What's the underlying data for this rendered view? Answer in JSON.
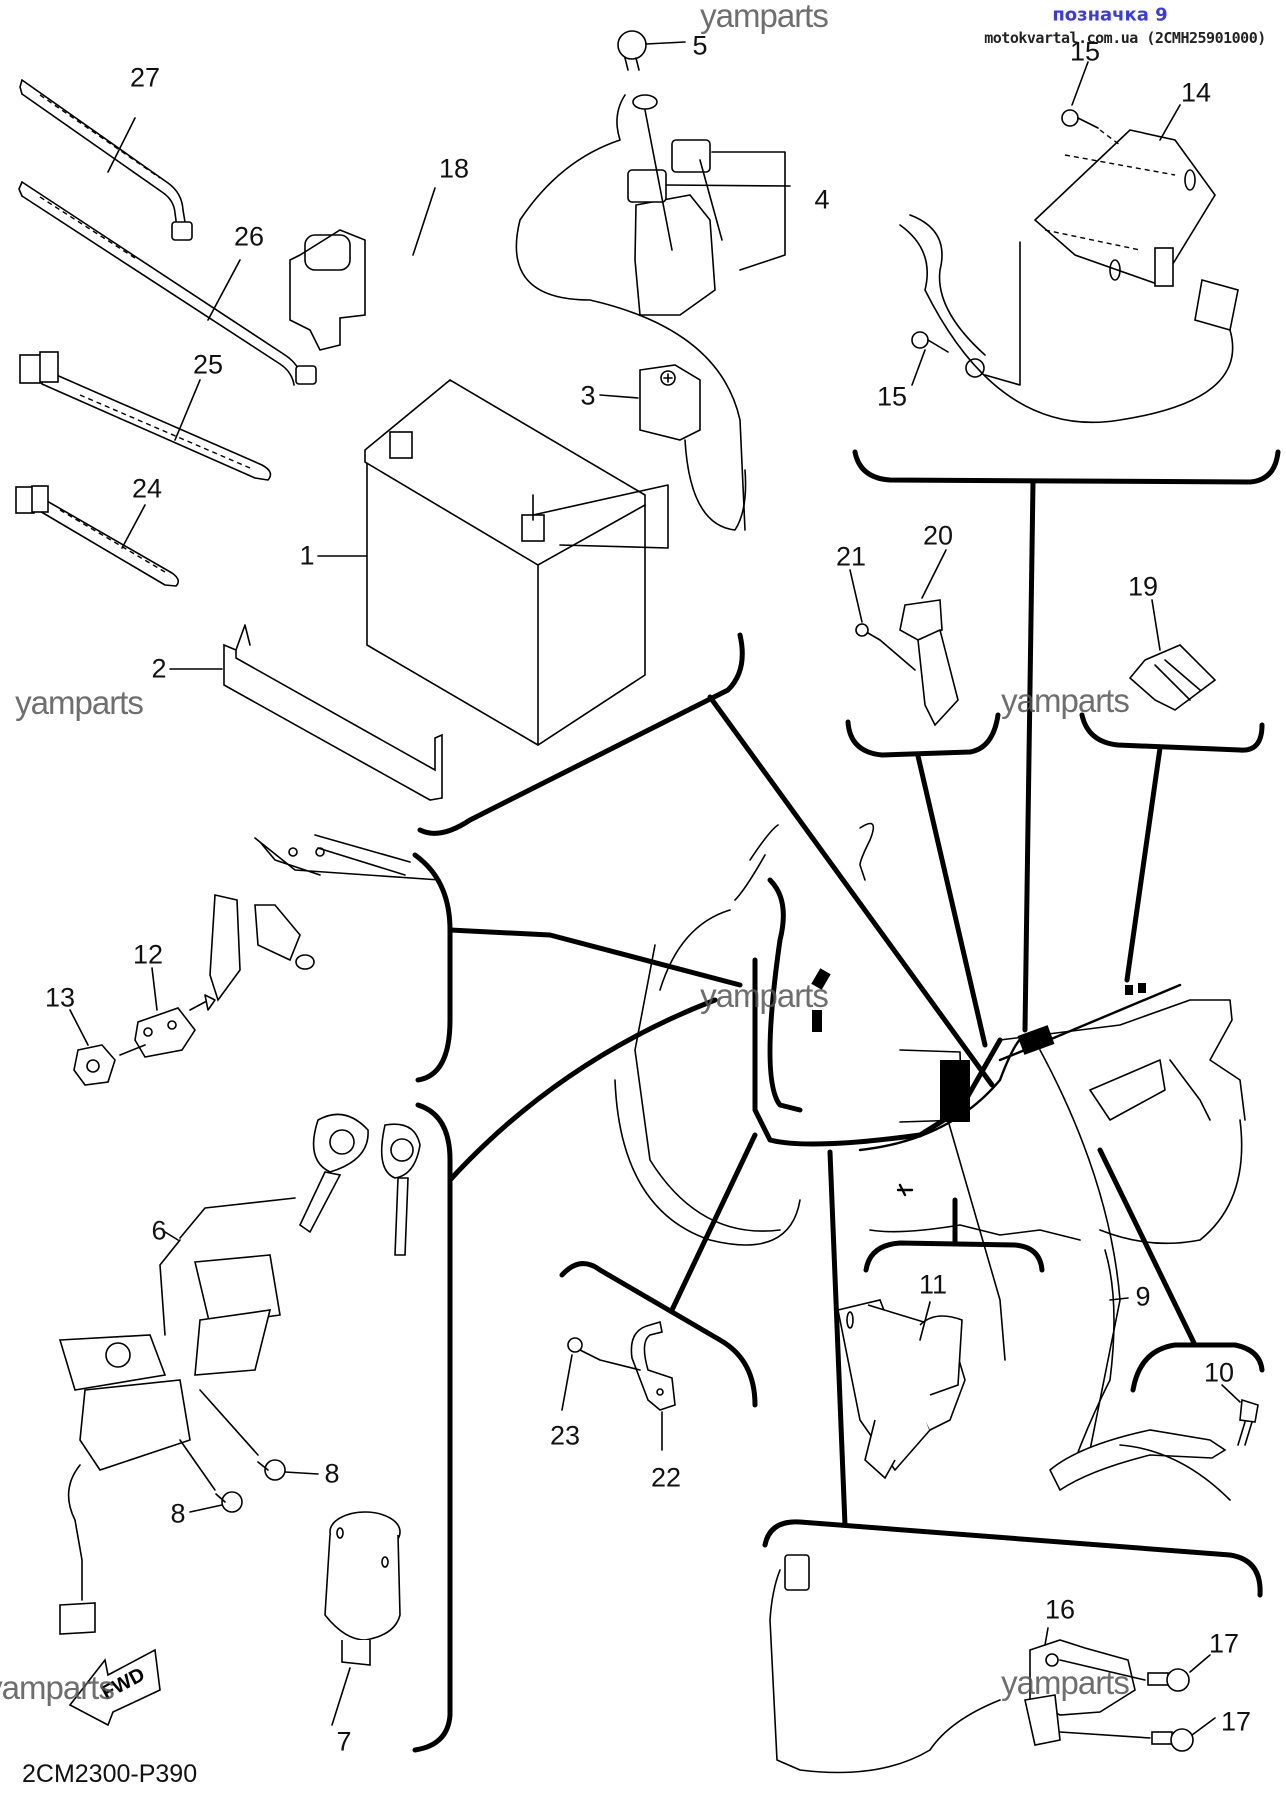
{
  "header": {
    "title": "позначка 9",
    "title_color": "#3b3bd9",
    "source": "motokvartal.com.ua (2CMH25901000)"
  },
  "diagram_code": "2CM2300-P390",
  "watermark": "yamparts",
  "fwd_label": "FWD",
  "callouts": {
    "p1": "1",
    "p2": "2",
    "p3": "3",
    "p4": "4",
    "p5": "5",
    "p6": "6",
    "p7": "7",
    "p8a": "8",
    "p8b": "8",
    "p9": "9",
    "p10": "10",
    "p11": "11",
    "p12": "12",
    "p13": "13",
    "p14": "14",
    "p15a": "15",
    "p15b": "15",
    "p16": "16",
    "p17a": "17",
    "p17b": "17",
    "p18": "18",
    "p19": "19",
    "p20": "20",
    "p21": "21",
    "p22": "22",
    "p23": "23",
    "p24": "24",
    "p25": "25",
    "p26": "26",
    "p27": "27"
  }
}
